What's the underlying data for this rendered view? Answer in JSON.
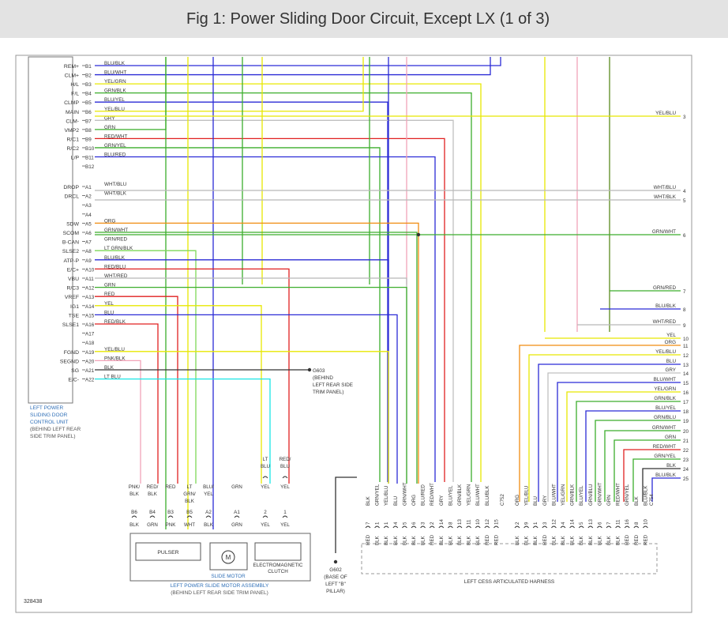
{
  "title": "Fig 1: Power Sliding Door Circuit, Except LX (1 of 3)",
  "figure_id": "328438",
  "colors": {
    "BLU": "#2b2bd6",
    "GRN": "#3cae2c",
    "YEL": "#e8e800",
    "RED": "#e02020",
    "ORG": "#f08c10",
    "GRY": "#c0c0c0",
    "PNK": "#f2a3b8",
    "WHT": "#b8b8b8",
    "BLK": "#333333",
    "LTGRN": "#7ed858",
    "LTBLU": "#1ae6e6",
    "OLIVE": "#5a8a1e"
  },
  "ecu": {
    "pins": [
      {
        "name": "REM+",
        "pin": "B1",
        "wire": "BLU/BLK"
      },
      {
        "name": "CLM+",
        "pin": "B2",
        "wire": "BLU/WHT"
      },
      {
        "name": "H/L",
        "pin": "B3",
        "wire": "YEL/GRN"
      },
      {
        "name": "F/L",
        "pin": "B4",
        "wire": "GRN/BLK"
      },
      {
        "name": "CLMP",
        "pin": "B5",
        "wire": "BLU/YEL"
      },
      {
        "name": "MAIN",
        "pin": "B6",
        "wire": "YEL/BLU"
      },
      {
        "name": "CLM-",
        "pin": "B7",
        "wire": "GRY"
      },
      {
        "name": "VMP2",
        "pin": "B8",
        "wire": "GRN"
      },
      {
        "name": "R/C1",
        "pin": "B9",
        "wire": "RED/WHT"
      },
      {
        "name": "R/C2",
        "pin": "B10",
        "wire": "GRN/YEL"
      },
      {
        "name": "L/P",
        "pin": "B11",
        "wire": "BLU/RED"
      },
      {
        "name": "",
        "pin": "B12",
        "wire": ""
      },
      {
        "name": "DROP",
        "pin": "A1",
        "wire": "WHT/BLU"
      },
      {
        "name": "DRCL",
        "pin": "A2",
        "wire": "WHT/BLK"
      },
      {
        "name": "",
        "pin": "A3",
        "wire": ""
      },
      {
        "name": "",
        "pin": "A4",
        "wire": ""
      },
      {
        "name": "SDW",
        "pin": "A5",
        "wire": "ORG"
      },
      {
        "name": "SCOM",
        "pin": "A6",
        "wire": "GRN/WHT"
      },
      {
        "name": "B-CAN",
        "pin": "A7",
        "wire": "GRN/RED"
      },
      {
        "name": "SLSE2",
        "pin": "A8",
        "wire": "LT GRN/BLK"
      },
      {
        "name": "ATP-P",
        "pin": "A9",
        "wire": "BLU/BLK"
      },
      {
        "name": "E/C+",
        "pin": "A10",
        "wire": "RED/BLU"
      },
      {
        "name": "VBU",
        "pin": "A11",
        "wire": "WHT/RED"
      },
      {
        "name": "R/C3",
        "pin": "A12",
        "wire": "GRN"
      },
      {
        "name": "VREF",
        "pin": "A13",
        "wire": "RED"
      },
      {
        "name": "IG1",
        "pin": "A14",
        "wire": "YEL"
      },
      {
        "name": "TSE",
        "pin": "A15",
        "wire": "BLU"
      },
      {
        "name": "SLSE1",
        "pin": "A16",
        "wire": "RED/BLK"
      },
      {
        "name": "",
        "pin": "A17",
        "wire": ""
      },
      {
        "name": "",
        "pin": "A18",
        "wire": ""
      },
      {
        "name": "FGND",
        "pin": "A19",
        "wire": "YEL/BLU"
      },
      {
        "name": "SEGND",
        "pin": "A20",
        "wire": "PNK/BLK"
      },
      {
        "name": "SG",
        "pin": "A21",
        "wire": "BLK"
      },
      {
        "name": "E/C-",
        "pin": "A22",
        "wire": "LT BLU"
      }
    ],
    "label": [
      "LEFT POWER",
      "SLIDING DOOR",
      "CONTROL UNIT",
      "(BEHIND LEFT REAR",
      "SIDE TRIM PANEL)"
    ]
  },
  "ground_g603": [
    "G603",
    "(BEHIND",
    "LEFT REAR SIDE",
    "TRIM PANEL)"
  ],
  "ground_g602": [
    "G602",
    "(BASE OF",
    "LEFT \"B\"",
    "PILLAR)"
  ],
  "right_wires": [
    {
      "num": "3",
      "label": "YEL/BLU"
    },
    {
      "num": "4",
      "label": "WHT/BLU"
    },
    {
      "num": "5",
      "label": "WHT/BLK"
    },
    {
      "num": "6",
      "label": "GRN/WHT"
    },
    {
      "num": "7",
      "label": "GRN/RED"
    },
    {
      "num": "8",
      "label": "BLU/BLK"
    },
    {
      "num": "9",
      "label": "WHT/RED"
    },
    {
      "num": "10",
      "label": "YEL"
    },
    {
      "num": "11",
      "label": "ORG"
    },
    {
      "num": "12",
      "label": "YEL/BLU"
    },
    {
      "num": "13",
      "label": "BLU"
    },
    {
      "num": "14",
      "label": "GRY"
    },
    {
      "num": "15",
      "label": "BLU/WHT"
    },
    {
      "num": "16",
      "label": "YEL/GRN"
    },
    {
      "num": "17",
      "label": "GRN/BLK"
    },
    {
      "num": "18",
      "label": "BLU/YEL"
    },
    {
      "num": "19",
      "label": "GRN/BLU"
    },
    {
      "num": "20",
      "label": "GRN/WHT"
    },
    {
      "num": "21",
      "label": "GRN"
    },
    {
      "num": "22",
      "label": "RED/WHT"
    },
    {
      "num": "23",
      "label": "GRN/YEL"
    },
    {
      "num": "24",
      "label": "BLK"
    },
    {
      "num": "25",
      "label": "BLU/BLK"
    }
  ],
  "motor_assembly": {
    "pulser": "PULSER",
    "slide_motor": "SLIDE MOTOR",
    "clutch": [
      "ELECTROMAGNETIC",
      "CLUTCH"
    ],
    "label": [
      "LEFT POWER SLIDE MOTOR ASSEMBLY",
      "(BEHIND LEFT REAR SIDE TRIM PANEL)"
    ],
    "pins": [
      {
        "pin": "B6",
        "top": [
          "PNK/",
          "BLK"
        ],
        "bottom": "BLK"
      },
      {
        "pin": "B4",
        "top": [
          "RED/",
          "BLK"
        ],
        "bottom": "GRN"
      },
      {
        "pin": "B3",
        "top": [
          "RED"
        ],
        "bottom": "PNK"
      },
      {
        "pin": "B5",
        "top": [
          "LT",
          "GRN/",
          "BLK"
        ],
        "bottom": "WHT"
      },
      {
        "pin": "A2",
        "top": [
          "BLU/",
          "YEL"
        ],
        "bottom": "BLK"
      },
      {
        "pin": "A1",
        "top": [
          "GRN"
        ],
        "bottom": "GRN"
      },
      {
        "pin": "2",
        "top": [
          "YEL"
        ],
        "bottom": "YEL"
      },
      {
        "pin": "1",
        "top": [
          "YEL"
        ],
        "bottom": "YEL"
      }
    ],
    "upper_conn": [
      {
        "pin": "2",
        "label": [
          "LT",
          "BLU"
        ]
      },
      {
        "pin": "1",
        "label": [
          "RED/",
          "BLU"
        ]
      }
    ]
  },
  "harness": {
    "label": "LEFT CESS ARTICULATED HARNESS",
    "left_group": {
      "name": "C752",
      "pins": [
        {
          "pin": "7",
          "top": "BLK",
          "bottom": "RED"
        },
        {
          "pin": "1",
          "top": "GRN/YEL",
          "bottom": "BLK"
        },
        {
          "pin": "1",
          "top": "YEL/BLU",
          "bottom": "BLK"
        },
        {
          "pin": "4",
          "top": "BLU",
          "bottom": "BLK"
        },
        {
          "pin": "5",
          "top": "GRN/WHT",
          "bottom": "BLK"
        },
        {
          "pin": "6",
          "top": "ORG",
          "bottom": "BLK"
        },
        {
          "pin": "3",
          "top": "BLU/RED",
          "bottom": "BLK"
        },
        {
          "pin": "2",
          "top": "RED/WHT",
          "bottom": "RED"
        },
        {
          "pin": "14",
          "top": "GRY",
          "bottom": "BLK"
        },
        {
          "pin": "8",
          "top": "BLU/YEL",
          "bottom": "BLK"
        },
        {
          "pin": "13",
          "top": "GRN/BLK",
          "bottom": "BLK"
        },
        {
          "pin": "11",
          "top": "YEL/GRN",
          "bottom": "BLK"
        },
        {
          "pin": "10",
          "top": "BLU/WHT",
          "bottom": "BLK"
        },
        {
          "pin": "12",
          "top": "BLU/BLK",
          "bottom": "RED"
        },
        {
          "pin": "15",
          "top": "",
          "bottom": "RED"
        }
      ]
    },
    "right_group": {
      "name": "C754",
      "pins": [
        {
          "pin": "2",
          "top": "ORG",
          "bottom": "BLK"
        },
        {
          "pin": "9",
          "top": "YEL/BLU",
          "bottom": "BLK"
        },
        {
          "pin": "1",
          "top": "BLU",
          "bottom": "BLK"
        },
        {
          "pin": "3",
          "top": "GRY",
          "bottom": "RED"
        },
        {
          "pin": "12",
          "top": "BLU/WHT",
          "bottom": "BLK"
        },
        {
          "pin": "4",
          "top": "YEL/GRN",
          "bottom": "BLK"
        },
        {
          "pin": "14",
          "top": "GRN/BLK",
          "bottom": "BLK"
        },
        {
          "pin": "5",
          "top": "BLU/YEL",
          "bottom": "BLK"
        },
        {
          "pin": "13",
          "top": "GRN/BLU",
          "bottom": "BLK"
        },
        {
          "pin": "6",
          "top": "GRN/WHT",
          "bottom": "BLK"
        },
        {
          "pin": "7",
          "top": "GRN",
          "bottom": "BLK"
        },
        {
          "pin": "11",
          "top": "RED/WHT",
          "bottom": "BLK"
        },
        {
          "pin": "16",
          "top": "GRN/YEL",
          "bottom": "RED"
        },
        {
          "pin": "8",
          "top": "BLK",
          "bottom": "RED"
        },
        {
          "pin": "10",
          "top": "BLU/BLK",
          "bottom": "RED"
        }
      ]
    }
  }
}
